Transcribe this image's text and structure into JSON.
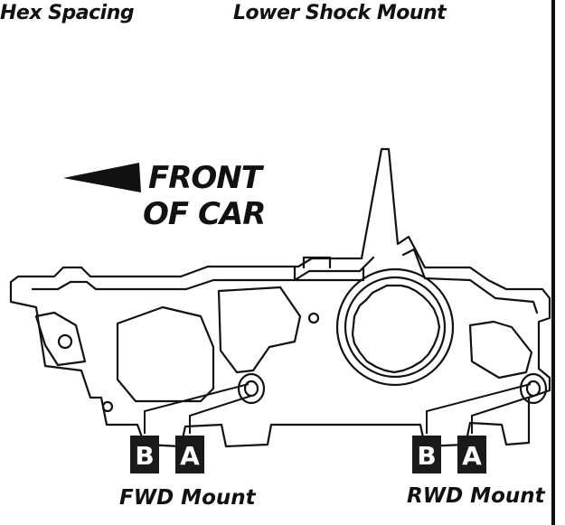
{
  "headings": {
    "left": "Hex Spacing",
    "right": "Lower Shock Mount"
  },
  "direction": {
    "line1": "FRONT",
    "line2": "OF CAR"
  },
  "mounts": {
    "fwd": {
      "label": "FWD Mount",
      "badges": [
        "B",
        "A"
      ]
    },
    "rwd": {
      "label": "RWD Mount",
      "badges": [
        "B",
        "A"
      ]
    }
  }
}
